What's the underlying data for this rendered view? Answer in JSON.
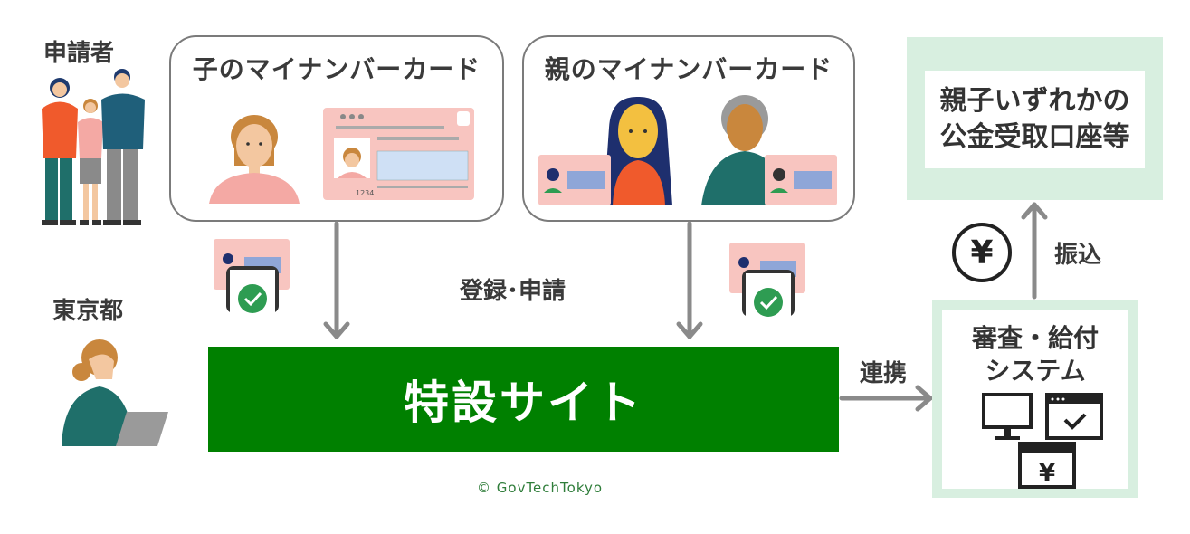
{
  "applicant_label": "申請者",
  "tokyo_label": "東京都",
  "child_card": {
    "title": "子のマイナンバーカード",
    "number": "1234"
  },
  "parent_card": {
    "title": "親のマイナンバーカード"
  },
  "register_label": "登録･申請",
  "site_label": "特設サイト",
  "link_label": "連携",
  "transfer_label": "振込",
  "account_box": {
    "line1": "親子いずれかの",
    "line2": "公金受取口座等"
  },
  "system_box": {
    "line1": "審査・給付",
    "line2": "システム"
  },
  "yen_symbol": "¥",
  "copyright": "© GovTechTokyo",
  "colors": {
    "site_green": "#008000",
    "pale_green": "#d8efe0",
    "arrow_gray": "#8a8a8a",
    "card_pink": "#f8c5c0"
  }
}
